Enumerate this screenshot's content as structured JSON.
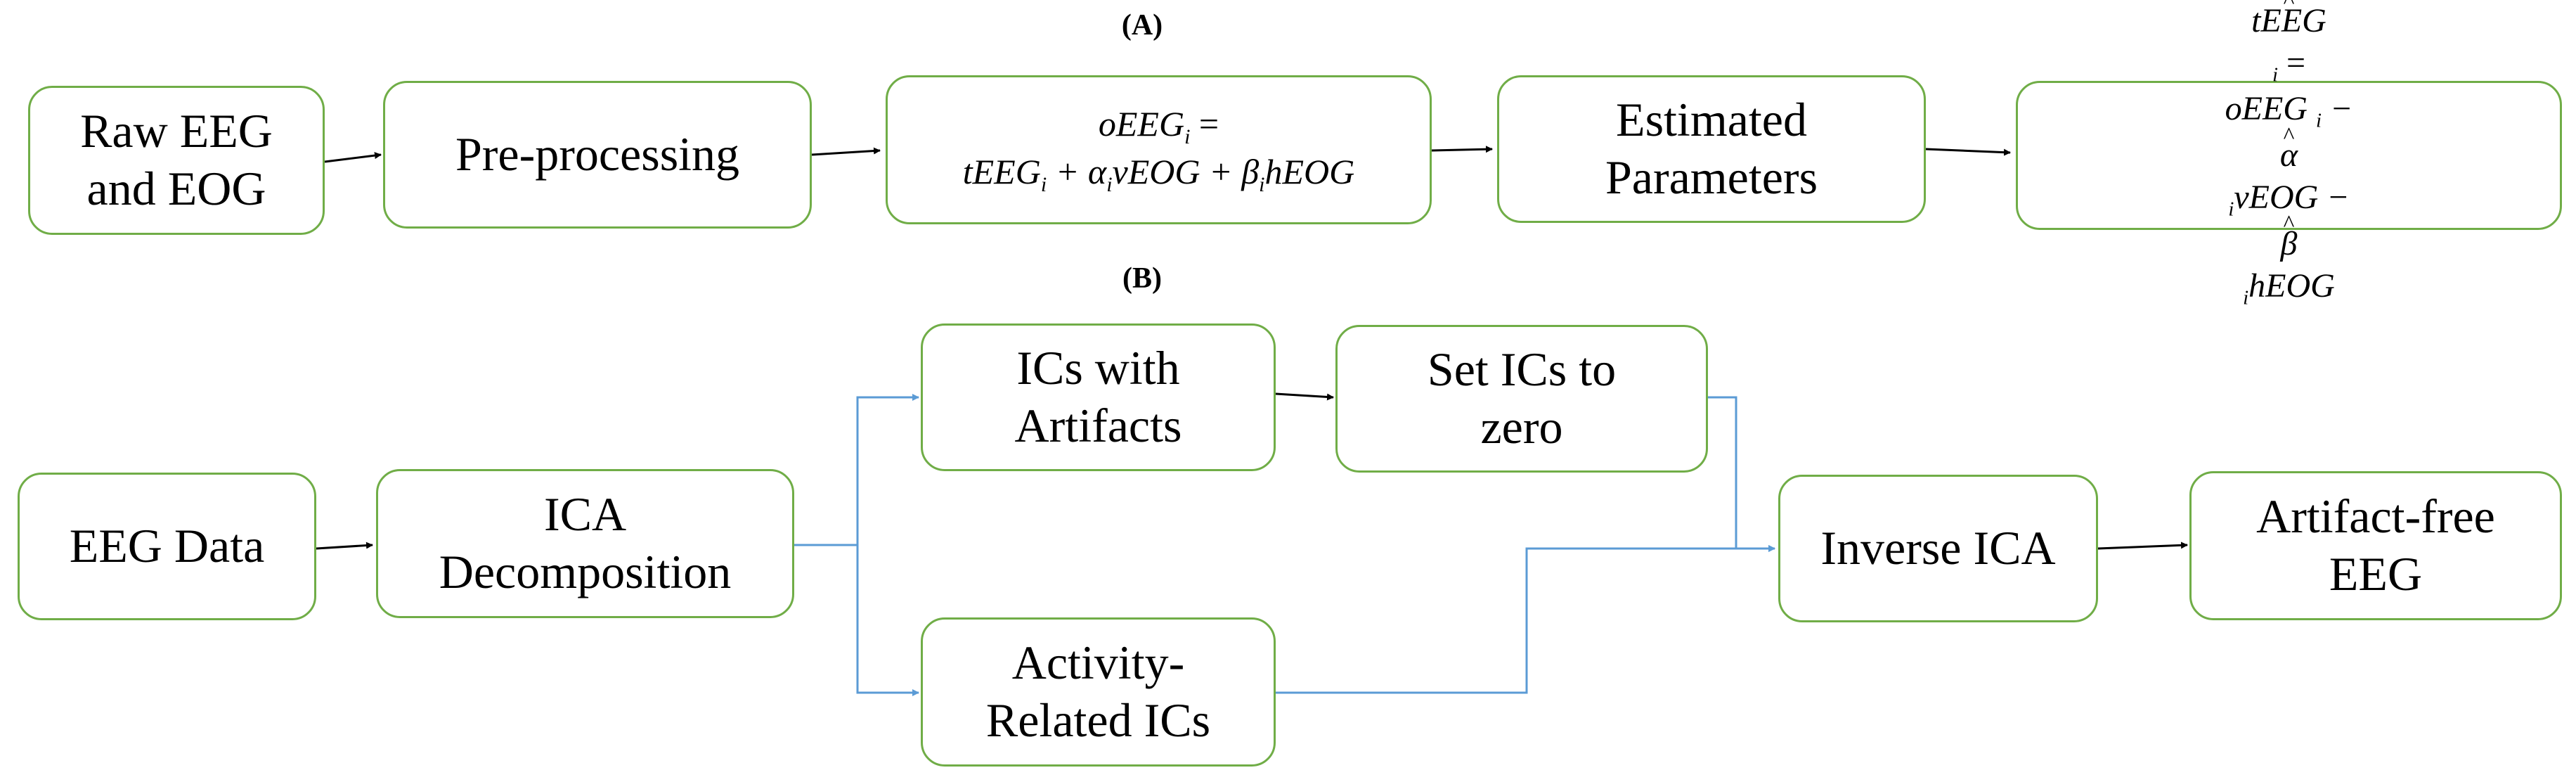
{
  "panel_a": {
    "label": "(A)",
    "raw": [
      "Raw EEG",
      "and EOG"
    ],
    "pre": "Pre-processing",
    "eq1": {
      "line1_var": "oEEG",
      "line1_sub": "i",
      "line1_rest": " = ",
      "t1": "tEEG",
      "t1_sub": "i",
      "t2": " + α",
      "t2_sub": "i",
      "t2_rest": "vEOG + β",
      "t3_sub": "i",
      "t3_rest": "hEOG"
    },
    "est": [
      "Estimated",
      "Parameters"
    ],
    "eq2": {
      "line1_var": "tEEG",
      "line1_sub": "i",
      "line1_rest": "  =",
      "t1": "oEEG ",
      "t1_sub": "i",
      "t2": " − ",
      "alpha": "α",
      "alpha_sub": "i",
      "t2_rest": "vEOG  − ",
      "beta": "β",
      "beta_sub": "i",
      "t3_rest": "hEOG"
    }
  },
  "panel_b": {
    "label": "(B)",
    "eeg": "EEG Data",
    "ica": [
      "ICA",
      "Decomposition"
    ],
    "ics_art": [
      "ICs with",
      "Artifacts"
    ],
    "set_zero": [
      "Set ICs to",
      "zero"
    ],
    "activity": [
      "Activity-",
      "Related ICs"
    ],
    "inverse": "Inverse ICA",
    "free": [
      "Artifact-free",
      "EEG"
    ]
  },
  "colors": {
    "box_border": "#70ad47",
    "arrow_black": "#000000",
    "arrow_blue": "#5b9bd5"
  }
}
